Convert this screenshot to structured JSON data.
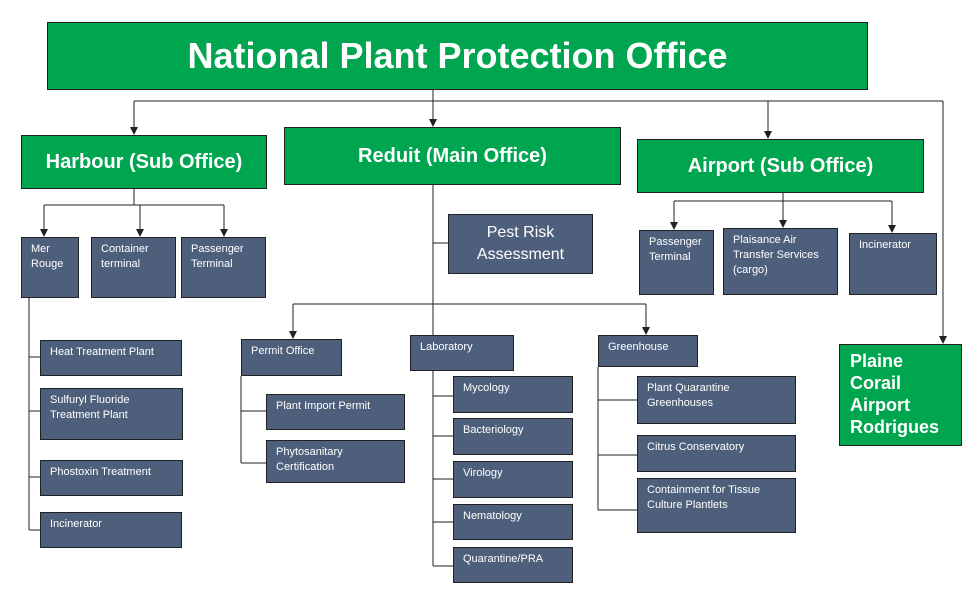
{
  "title": "National Plant Protection Office",
  "harbour": {
    "title": "Harbour (Sub Office)",
    "units": [
      "Mer Rouge",
      "Container terminal",
      "Passenger Terminal"
    ],
    "facilities": [
      "Heat Treatment Plant",
      "Sulfuryl Fluoride Treatment Plant",
      "Phostoxin Treatment",
      "Incinerator"
    ]
  },
  "reduit": {
    "title": "Reduit (Main Office)",
    "pra": "Pest Risk Assessment",
    "permit": {
      "title": "Permit  Office",
      "items": [
        "Plant Import  Permit",
        "Phytosanitary Certification"
      ]
    },
    "laboratory": {
      "title": "Laboratory",
      "items": [
        "Mycology",
        "Bacteriology",
        "Virology",
        "Nematology",
        "Quarantine/PRA"
      ]
    },
    "greenhouse": {
      "title": "Greenhouse",
      "items": [
        "Plant Quarantine Greenhouses",
        "Citrus Conservatory",
        "Containment  for Tissue Culture  Plantlets"
      ]
    }
  },
  "airport": {
    "title": "Airport (Sub Office)",
    "units": [
      "Passenger Terminal",
      "Plaisance Air Transfer  Services (cargo)",
      "Incinerator"
    ]
  },
  "rodrigues": "Plaine Corail Airport Rodrigues",
  "colors": {
    "green": "#00a550",
    "slate": "#4e5f7c",
    "line": "#222222"
  }
}
